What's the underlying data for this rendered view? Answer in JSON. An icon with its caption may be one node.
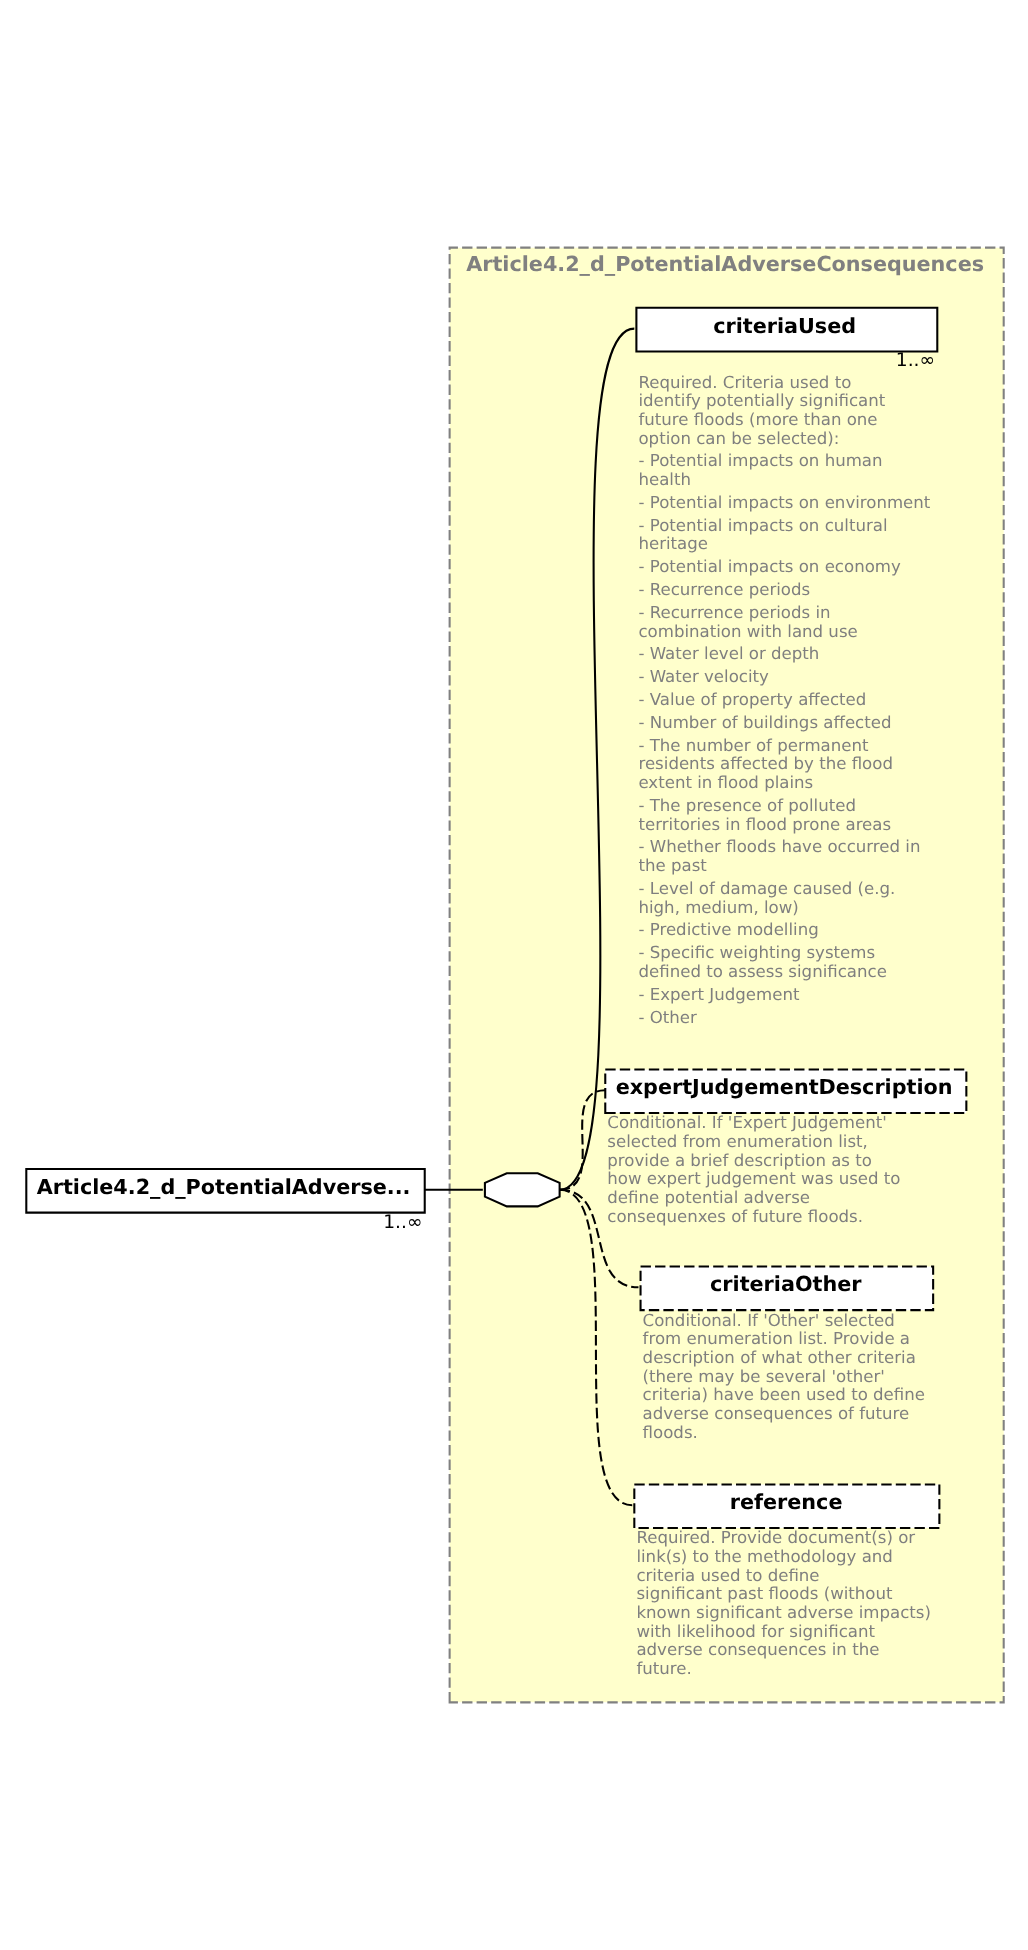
{
  "diagram": {
    "nodes": [
      {
        "text": [
          "Article4.2_d_PotentialAdverse..."
        ],
        "beside": [
          "1..∞"
        ]
      },
      {
        "text": [
          "Article4.2_d_PotentialAdverseConsequences"
        ]
      },
      {
        "text": [],
        "shape": "octagon",
        "in": 1
      },
      {
        "text": [
          "criteriaUsed"
        ],
        "in": 1,
        "beside": [
          "1..∞",
          "Required. Criteria used to identify potentially significant future floods (more than one option can be selected):",
          "- Potential impacts on human health",
          "- Potential impacts on environment",
          "- Potential impacts on cultural heritage",
          "- Potential impacts on economy",
          "- Recurrence periods",
          "- Recurrence periods in combination with land use",
          "- Water level or depth",
          "- Water velocity",
          "- Value of property affected",
          "- Number of buildings affected",
          "- The number of permanent residents affected by the flood extent in flood plains",
          "- The presence of polluted territories in flood prone areas",
          "- Whether floods have occurred in the past",
          "- Level of damage caused (e.g. high, medium, low)",
          "- Predictive modelling",
          "- Specific weighting systems defined to assess significance",
          "- Expert Judgement",
          "- Other"
        ]
      },
      {
        "text": [
          "expertJudgementDescription"
        ],
        "in": 1,
        "beside": [
          "Conditional. If 'Expert Judgement' selected from enumeration list, provide a brief description as to how expert judgement was used to define potential adverse consequenxes of future floods."
        ]
      },
      {
        "text": [
          "criteriaOther"
        ],
        "in": 1,
        "beside": [
          "Conditional. If 'Other' selected from enumeration list. Provide a description of what other criteria (there may be several 'other' criteria) have been used to define adverse consequences of future floods."
        ]
      },
      {
        "text": [
          "reference"
        ],
        "in": 1,
        "beside": [
          "Required. Provide document(s) or link(s) to the methodology and criteria used to define significant past floods (without known significant adverse impacts) with likelihood for significant adverse consequences in the future."
        ]
      }
    ],
    "edges": [
      {
        "from": 0,
        "to": 2,
        "arrow": "none"
      },
      {
        "from": 2,
        "to": 3,
        "arrow": "none"
      },
      {
        "from": 2,
        "to": 4,
        "arrow": "none",
        "style": "dashed"
      },
      {
        "from": 2,
        "to": 5,
        "arrow": "none",
        "style": "dashed"
      },
      {
        "from": 2,
        "to": 6,
        "arrow": "none",
        "style": "dashed"
      }
    ]
  }
}
